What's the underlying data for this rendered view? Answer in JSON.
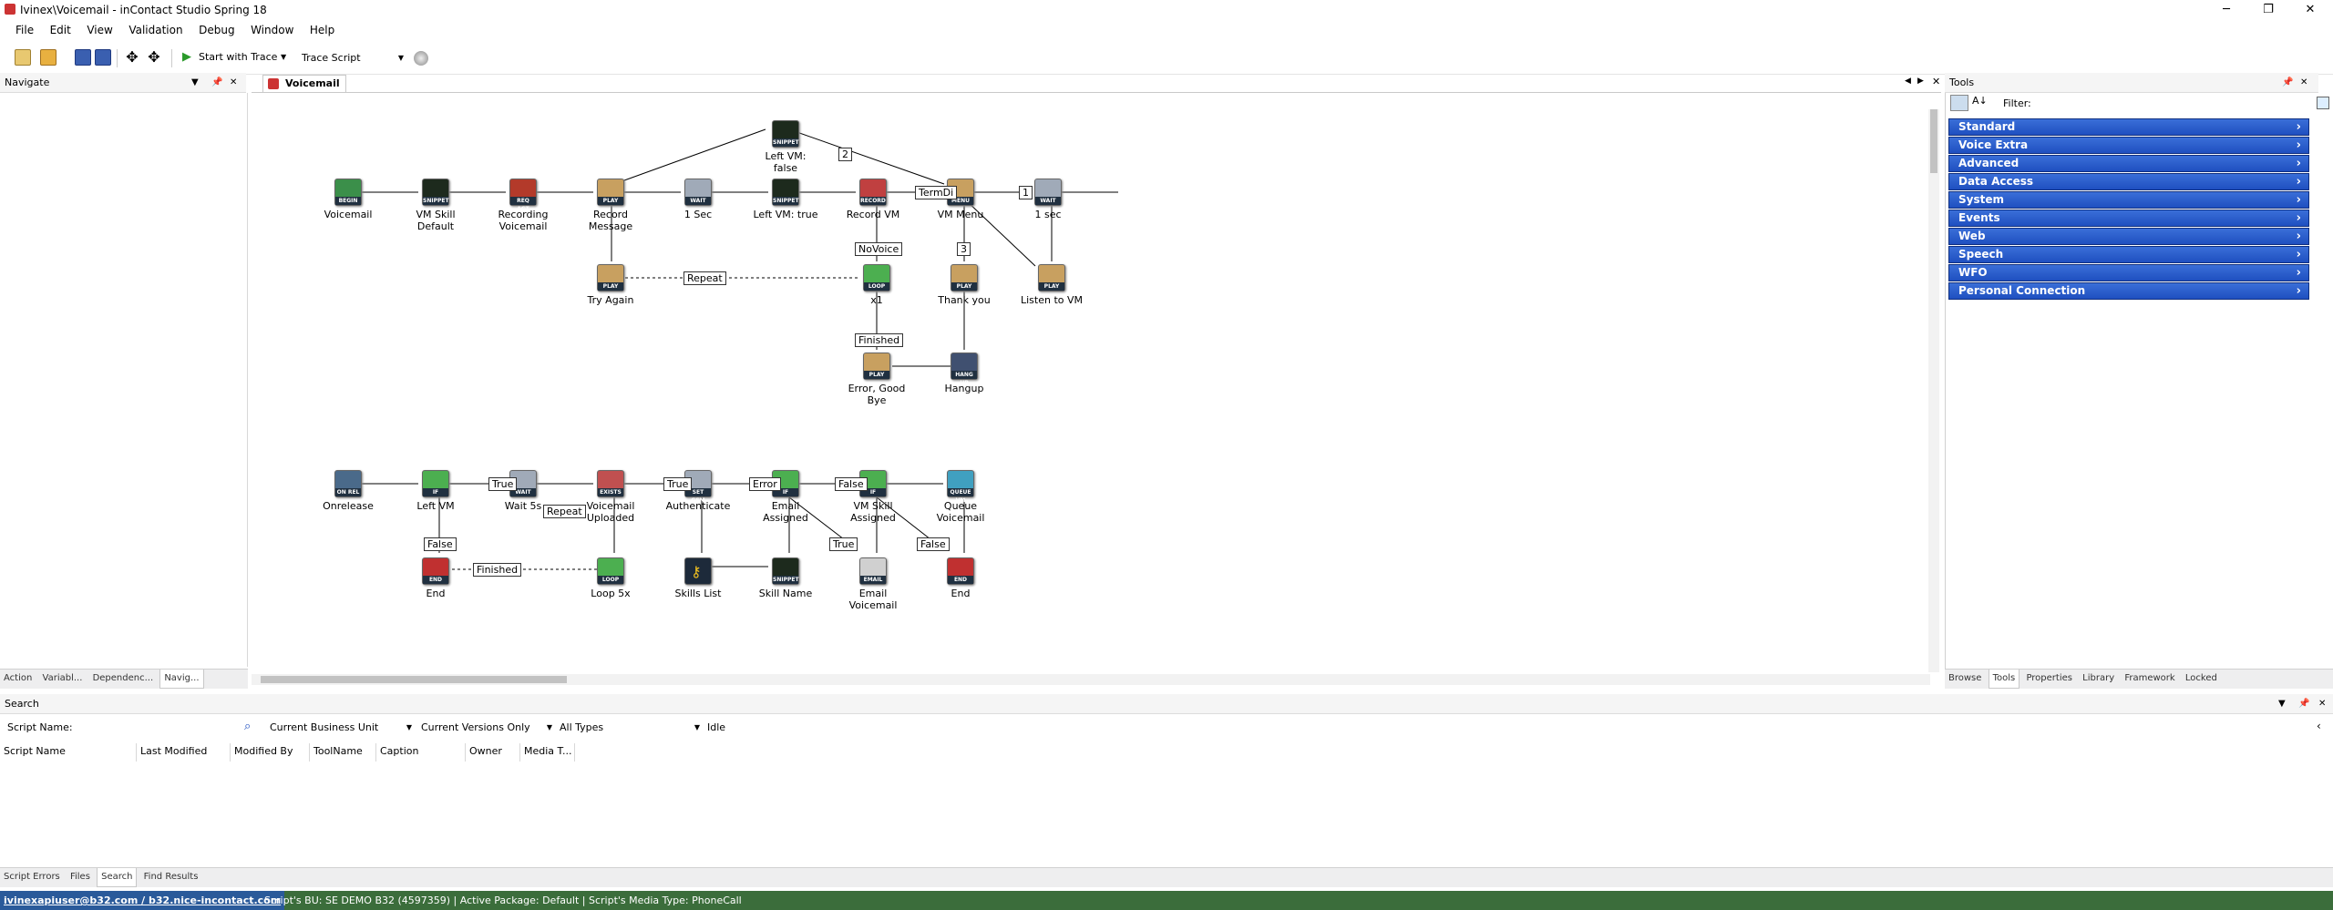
{
  "window": {
    "title": "Ivinex\\Voicemail - inContact Studio Spring 18",
    "minimize": "─",
    "maximize": "❐",
    "close": "✕"
  },
  "menu": [
    "File",
    "Edit",
    "View",
    "Validation",
    "Debug",
    "Window",
    "Help"
  ],
  "toolbar": {
    "start_trace": "Start with Trace",
    "trace_script": "Trace Script"
  },
  "navigate": {
    "title": "Navigate",
    "tabs": [
      "Action",
      "Variabl...",
      "Dependenc...",
      "Navig..."
    ]
  },
  "document": {
    "tab_label": "Voicemail"
  },
  "canvas": {
    "nodes": [
      {
        "label": "Voicemail",
        "tag": "BEGIN",
        "color": "#3b8f4a"
      },
      {
        "label": "VM Skill\nDefault",
        "tag": "SNIPPET",
        "color": "#1d2a1d"
      },
      {
        "label": "Recording\nVoicemail",
        "tag": "REQ AGT",
        "color": "#b33a2a"
      },
      {
        "label": "Record\nMessage",
        "tag": "PLAY",
        "color": "#c8a060"
      },
      {
        "label": "1 Sec",
        "tag": "WAIT",
        "color": "#a0aab8"
      },
      {
        "label": "Left VM: true",
        "tag": "SNIPPET",
        "color": "#1d2a1d"
      },
      {
        "label": "Record VM",
        "tag": "RECORD",
        "color": "#c04040"
      },
      {
        "label": "VM Menu",
        "tag": "MENU",
        "color": "#c8a060"
      },
      {
        "label": "1 sec",
        "tag": "WAIT",
        "color": "#a0aab8"
      },
      {
        "label": "Left VM:\nfalse",
        "tag": "SNIPPET",
        "color": "#1d2a1d"
      },
      {
        "label": "Try Again",
        "tag": "PLAY",
        "color": "#c8a060"
      },
      {
        "label": "x1",
        "tag": "LOOP",
        "color": "#4caf50"
      },
      {
        "label": "Thank you",
        "tag": "PLAY",
        "color": "#c8a060"
      },
      {
        "label": "Listen to VM",
        "tag": "PLAY",
        "color": "#c8a060"
      },
      {
        "label": "Error, Good\nBye",
        "tag": "PLAY",
        "color": "#c8a060"
      },
      {
        "label": "Hangup",
        "tag": "HANG UP",
        "color": "#405070"
      },
      {
        "label": "Onrelease",
        "tag": "ON REL",
        "color": "#4a6a8a"
      },
      {
        "label": "Left VM",
        "tag": "IF",
        "color": "#4caf50"
      },
      {
        "label": "Wait 5s",
        "tag": "WAIT",
        "color": "#a0aab8"
      },
      {
        "label": "Voicemail\nUploaded",
        "tag": "EXISTS",
        "color": "#c05050"
      },
      {
        "label": "Authenticate",
        "tag": "SET GSM",
        "color": "#a0aab8"
      },
      {
        "label": "Email\nAssigned",
        "tag": "IF",
        "color": "#4caf50"
      },
      {
        "label": "VM Skill\nAssigned",
        "tag": "IF",
        "color": "#4caf50"
      },
      {
        "label": "Queue\nVoicemail",
        "tag": "QUEUE VM",
        "color": "#40a0c0"
      },
      {
        "label": "End",
        "tag": "END",
        "color": "#c03030"
      },
      {
        "label": "Loop 5x",
        "tag": "LOOP",
        "color": "#4caf50"
      },
      {
        "label": "Skills List",
        "tag": "",
        "color": "#1d2a3a"
      },
      {
        "label": "Skill Name",
        "tag": "SNIPPET",
        "color": "#1d2a1d"
      },
      {
        "label": "Email\nVoicemail",
        "tag": "EMAIL",
        "color": "#d0d0d0"
      },
      {
        "label": "End",
        "tag": "END",
        "color": "#c03030"
      }
    ],
    "edge_labels": [
      "Repeat",
      "NoVoice",
      "Finished",
      "TermDi",
      "1",
      "2",
      "3",
      "True",
      "Error",
      "False",
      "True",
      "Repeat",
      "False",
      "True",
      "False",
      "Finished"
    ]
  },
  "tools": {
    "title": "Tools",
    "filter_label": "Filter:",
    "groups": [
      "Standard",
      "Voice Extra",
      "Advanced",
      "Data Access",
      "System",
      "Events",
      "Web",
      "Speech",
      "WFO",
      "Personal Connection"
    ],
    "tabs": [
      "Browse",
      "Tools",
      "Properties",
      "Library",
      "Framework",
      "Locked"
    ]
  },
  "search": {
    "title": "Search",
    "script_name_label": "Script Name:",
    "business_unit": "Current Business Unit",
    "versions": "Current Versions Only",
    "types": "All Types",
    "state": "Idle",
    "columns": [
      "Script Name",
      "Last Modified",
      "Modified By",
      "ToolName",
      "Caption",
      "Owner",
      "Media T..."
    ],
    "tabs": [
      "Script Errors",
      "Files",
      "Search",
      "Find Results"
    ]
  },
  "status": {
    "user": "ivinexapiuser@b32.com / b32.nice-incontact.com",
    "info": "Script's BU: SE DEMO B32 (4597359) | Active Package: Default | Script's Media Type: PhoneCall"
  }
}
